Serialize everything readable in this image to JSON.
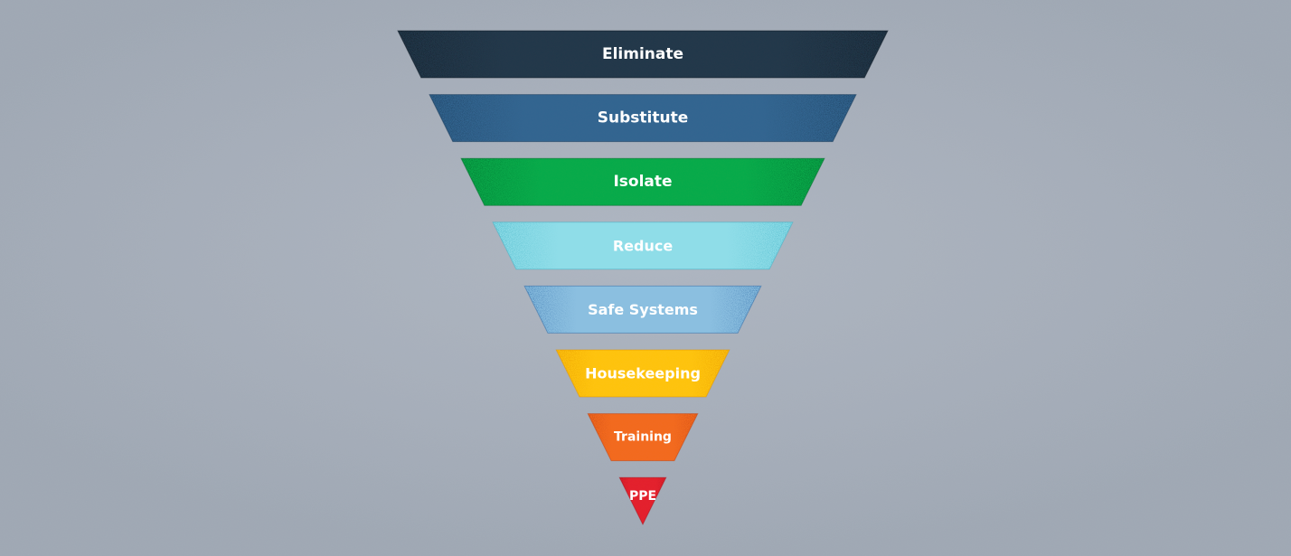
{
  "diagram": {
    "tiers": [
      {
        "label": "Eliminate",
        "color": "#23384a",
        "edge": "#0f1a24"
      },
      {
        "label": "Substitute",
        "color": "#336590",
        "edge": "#183856"
      },
      {
        "label": "Isolate",
        "color": "#0aaa4a",
        "edge": "#04672a"
      },
      {
        "label": "Reduce",
        "color": "#8fdde8",
        "edge": "#3db0c4"
      },
      {
        "label": "Safe Systems",
        "color": "#8bbfe0",
        "edge": "#2d6aa6"
      },
      {
        "label": "Housekeeping",
        "color": "#fec30f",
        "edge": "#e08f00"
      },
      {
        "label": "Training",
        "color": "#f26a1f",
        "edge": "#c03f10"
      },
      {
        "label": "PPE",
        "color": "#e3212d",
        "edge": "#a8101a"
      }
    ]
  }
}
